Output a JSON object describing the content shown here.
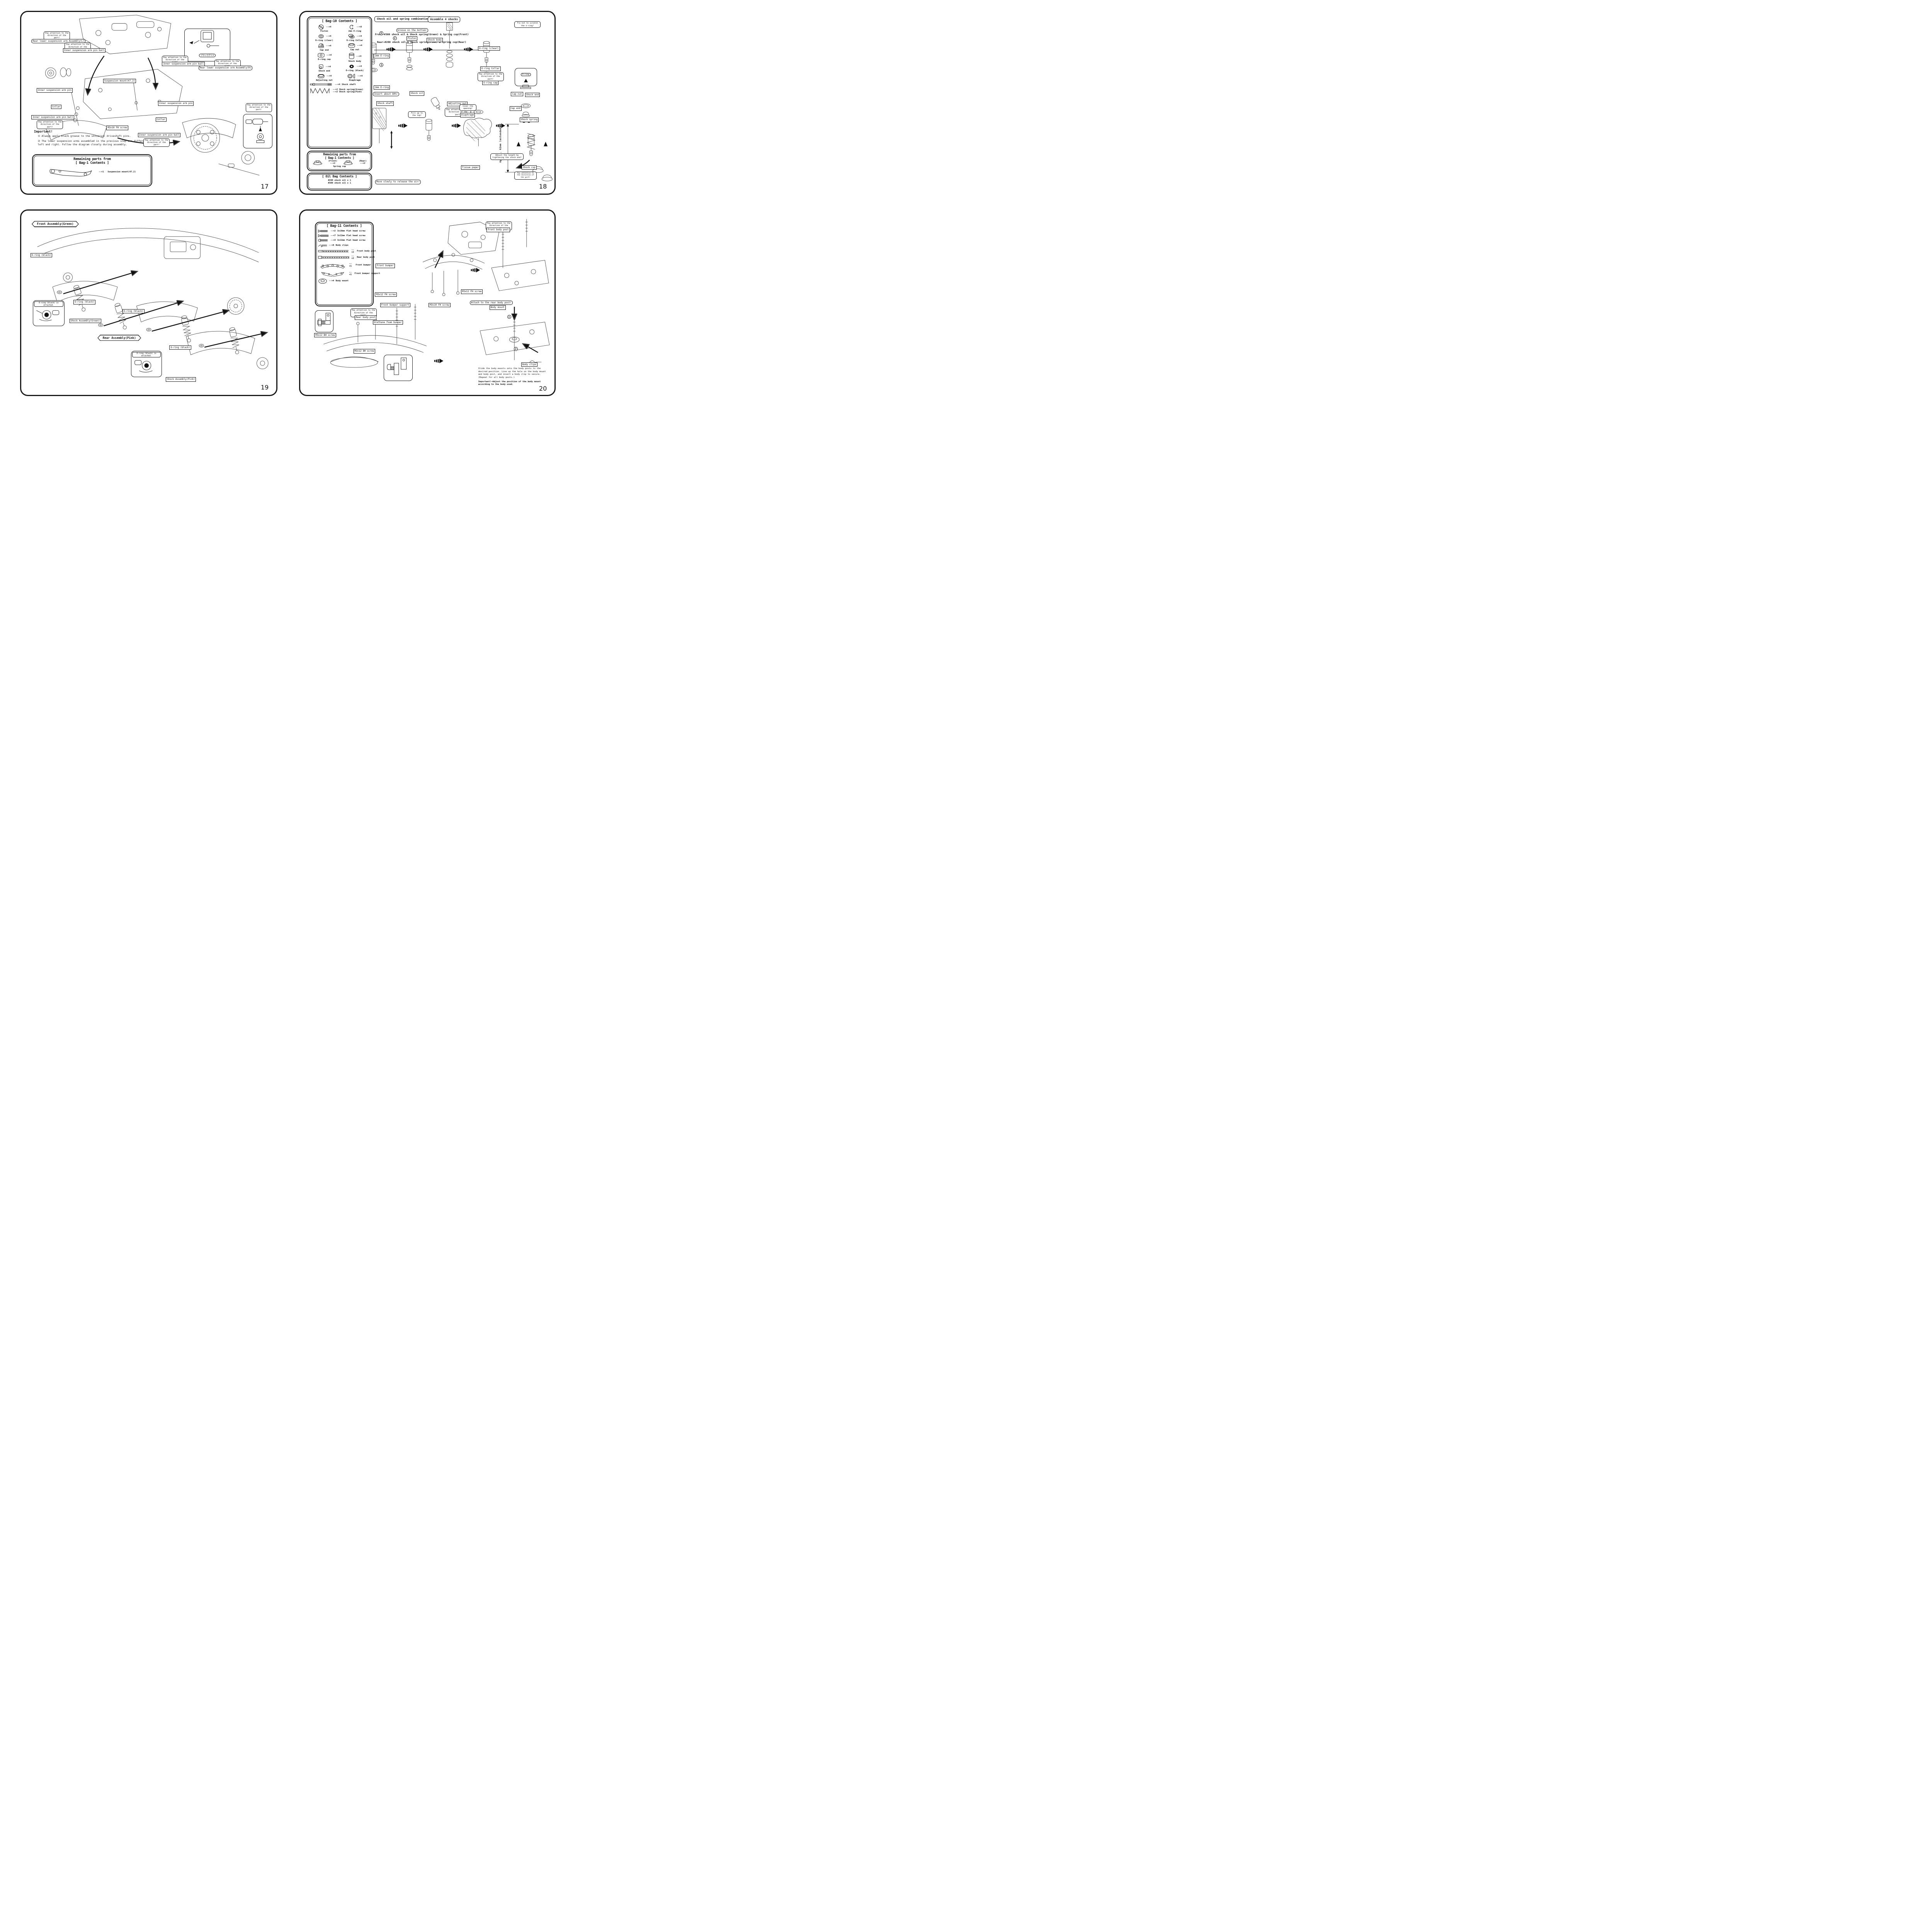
{
  "strings": {
    "pay_attention": "Pay attention to the direction of the part!",
    "oring_black": "O-ring (black)",
    "oring_attached": "O-ring (black) is attached.",
    "inner_pin_ball": "Inner suspension arm pin ball",
    "inner_pin": "Inner suspension arm pin",
    "collar": "Collar",
    "susp_mount": "Suspension mount(47.2)",
    "m3x10_fh": "M3x10 FH screw",
    "m3x12_fh": "M3x12 FH screw",
    "m3x12_bh": "M3x12 BH screw",
    "attach_rear": "Attach to the rear body post!"
  },
  "panel17": {
    "page_number": "17",
    "labels": {
      "rear_arm_l": "Rear lower suspension arm Assembly(L)",
      "rear_arm_r": "Rear lower suspension arm Assembly(R)",
      "black_grease_jp": "ブラックグリス"
    },
    "important": {
      "title": "Important!",
      "note1": "① Always apply black grease to the universal driveshaft pins.",
      "note2": "② The lower suspension arms assembled in the previous step are different left and right.  Follow the diagram closely during assembly."
    },
    "remaining": {
      "title_line1": "Remaining parts from",
      "title_line2": "[ Bag-1 Contents ]",
      "item_count": "--×1",
      "item_name": "Suspension mount(47.2)"
    }
  },
  "panel18": {
    "page_number": "18",
    "header": {
      "badge1": "Shock oil and spring combination",
      "badge2": "Assemble 4 shocks",
      "line1": "Front—#300 shock oil & Shock spring(Green) & Spring cup(Front)",
      "line2": "Rear—#200 shock oil & Shock spring(Pink)  & Spring cup(Rear)"
    },
    "bag10": {
      "title": "[ Bag-10 Contents ]",
      "items": [
        {
          "name": "Piston",
          "count": "--×4"
        },
        {
          "name": "2mm E-ring",
          "count": "--×8"
        },
        {
          "name": "O-ring (clear)",
          "count": "--×4"
        },
        {
          "name": "O-ring Collar",
          "count": "--×4"
        },
        {
          "name": "Cap end",
          "count": "--×4"
        },
        {
          "name": "Cap nut",
          "count": "--×4"
        },
        {
          "name": "O-ring cap",
          "count": "--×4"
        },
        {
          "name": "Shock body",
          "count": "--×4"
        },
        {
          "name": "Shock end",
          "count": "--×4"
        },
        {
          "name": "O-ring (black)",
          "count": "--×4"
        },
        {
          "name": "Adjusting nut",
          "count": "--×4"
        },
        {
          "name": "Diaphragm",
          "count": "--×4"
        },
        {
          "name": "Shock shaft",
          "count": "--×4"
        },
        {
          "name": "Shock spring(Green)",
          "count": "--×2"
        },
        {
          "name": "Shock spring(Pink)",
          "count": "--×2"
        }
      ]
    },
    "remaining": {
      "title_line1": "Remaining parts from",
      "title_line2": "[ Bag-1 Contents ]",
      "front_label": "(Front)",
      "front_count": "--×2",
      "rear_label": "(Rear)",
      "rear_count": "--×2",
      "caption": "Spring cup"
    },
    "oil_bag": {
      "title": "[ Oil Bag Contents ]",
      "line1": "#200 shock oil x 1",
      "line2": "#300 shock oil x 1"
    },
    "steps": {
      "num1": "1",
      "num2": "2",
      "num3": "3",
      "groove": "Groove on the bottom!",
      "piston": "Piston",
      "e_ring": "2mm E-ring",
      "shock_shaft": "Shock shaft",
      "shock_body": "Shock body",
      "adjusting_nut": "Adjusting nut",
      "try_not": "Try not to scratch the o-ring!",
      "oring_clear": "O-ring (clear)",
      "oring_collar": "O-ring Collar",
      "oring_cap": "O-ring cap",
      "oring": "O-ring",
      "shock_end": "Shock end",
      "insert80": "Insert about 80%!",
      "shock_oil": "Shock oil",
      "fill_top": "Fill up to the top!",
      "cover": "Cover the opening!",
      "diaphragm": "Diaphragm",
      "tissue": "Tissue paper",
      "move_slowly": "Move slowly to release the air!",
      "cap_nut": "Cap nut",
      "cap_end": "Cap end",
      "shock_spring": "Shock spring",
      "approx": "Approx. 62mm (extended)",
      "adjust_len": "Adjust the length by tightening the shock end!",
      "shock_cup": "Shock cup"
    }
  },
  "panel19": {
    "page_number": "19",
    "front_banner": "Front Assembly(Green)",
    "rear_banner": "Rear Assembly(Pink)",
    "shock_green": "Shock Assembly(Green)",
    "shock_pink": "Shock Assembly(Pink)"
  },
  "panel20": {
    "page_number": "20",
    "bag11": {
      "title": "[ Bag-11 Contents ]",
      "items": [
        {
          "count": "--×2",
          "name": "3x10mm flat head screw"
        },
        {
          "count": "--×7",
          "name": "3x12mm flat head screw"
        },
        {
          "count": "--×4",
          "name": "3x12mm flat head screw"
        },
        {
          "count": "--×8",
          "name": "Body clips"
        },
        {
          "count": "--×2",
          "name": "Front body post"
        },
        {
          "count": "--×2",
          "name": "Rear body post"
        },
        {
          "count": "--×1",
          "name": "Front bumper"
        },
        {
          "count": "--×1",
          "name": "Front bumper support"
        },
        {
          "count": "--×4",
          "name": "Body mount"
        }
      ]
    },
    "labels": {
      "front_bumper": "Front bumper",
      "front_body_post": "Front body post",
      "front_bumper_support": "Front bumper support",
      "rear_body_post": "Rear body post",
      "urethane": "Urethane foam bumper",
      "body_mount": "Body mount",
      "body_clips": "Body clips",
      "num1": "1",
      "num2": "2"
    },
    "notes": {
      "slide": "Slide the body mounts onto the body posts to the desired position.  Line up the hole on the body mount and body post, and insert a body clip to secure.  (Repeat for all body posts.)",
      "important": "Important!—Adjust the position of the body mount according to the body used."
    }
  }
}
